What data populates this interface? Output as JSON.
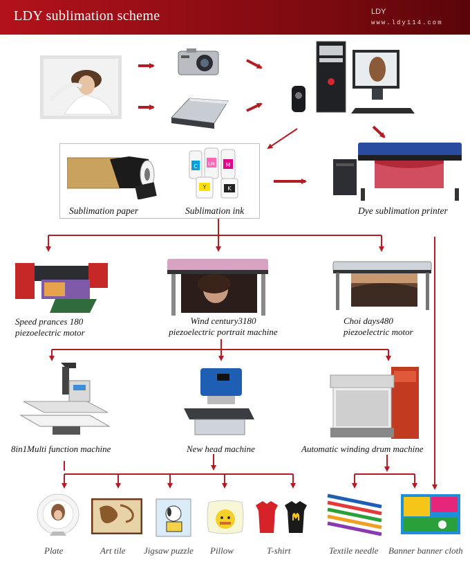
{
  "header": {
    "title": "LDY  sublimation scheme",
    "brand": "LDY",
    "url": "www.ldy114.com"
  },
  "supplies": {
    "paper_label": "Sublimation paper",
    "ink_label": "Sublimation ink",
    "printer_label": "Dye sublimation printer"
  },
  "printers": [
    {
      "line1": "Speed prances 180",
      "line2": "piezoelectric motor"
    },
    {
      "line1": "Wind century3180",
      "line2": "piezoelectric portrait machine"
    },
    {
      "line1": "Choi days480",
      "line2": "piezoelectric motor"
    }
  ],
  "press_machines": [
    "8in1Multi function machine",
    "New head machine",
    "Automatic winding drum machine"
  ],
  "products": [
    "Plate",
    "Art tile",
    "Jigsaw puzzle",
    "Pillow",
    "T-shirt",
    "Textile needle",
    "Banner banner cloth"
  ],
  "ink_bottles": [
    "C",
    "LM",
    "M",
    "Y",
    "K"
  ],
  "colors": {
    "header": "#9e0f17",
    "arrow": "#b01e23",
    "box_border": "#bdbdbd"
  }
}
